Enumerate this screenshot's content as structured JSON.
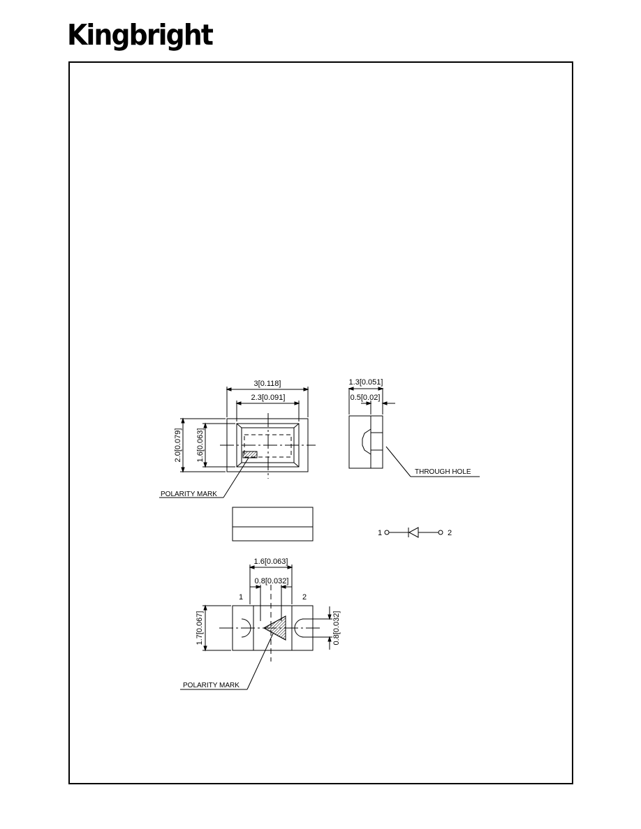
{
  "brand": {
    "logo_text": "Kingbright"
  },
  "top_view": {
    "width_overall": "3[0.118]",
    "width_inner": "2.3[0.091]",
    "height_overall": "2.0[0.079]",
    "height_inner": "1.6[0.063]",
    "polarity_label": "POLARITY  MARK"
  },
  "side_view": {
    "depth_overall": "1.3[0.051]",
    "depth_lens": "0.5[0.02]",
    "through_hole_label": "THROUGH  HOLE"
  },
  "schematic": {
    "pin1": "1",
    "pin2": "2"
  },
  "bottom_view": {
    "width_pads": "1.6[0.063]",
    "width_gap": "0.8[0.032]",
    "height_overall": "1.7[0.067]",
    "height_hole": "0.8[0.032]",
    "pin1": "1",
    "pin2": "2",
    "polarity_label": "POLARITY  MARK"
  }
}
